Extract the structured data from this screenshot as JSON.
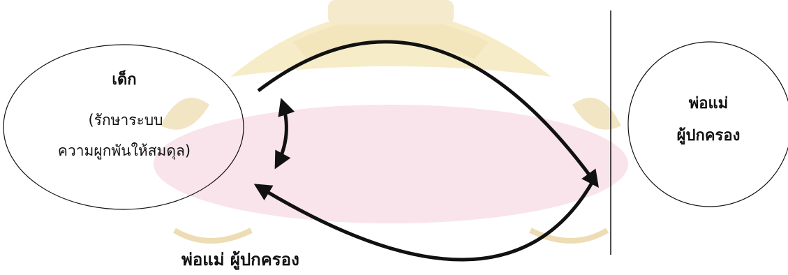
{
  "child_node": {
    "title": "เด็ก",
    "subtitle_line1": "(รักษาระบบ",
    "subtitle_line2": "ความผูกพันให้สมดุล)"
  },
  "parent_node": {
    "line1": "พ่อแม่",
    "line2": "ผู้ปกครอง"
  },
  "bottom_label": "พ่อแม่ ผู้ปกครอง",
  "colors": {
    "stroke": "#111111",
    "watermark_gold": "#f3e3b6",
    "watermark_pink": "#f6dde3"
  }
}
